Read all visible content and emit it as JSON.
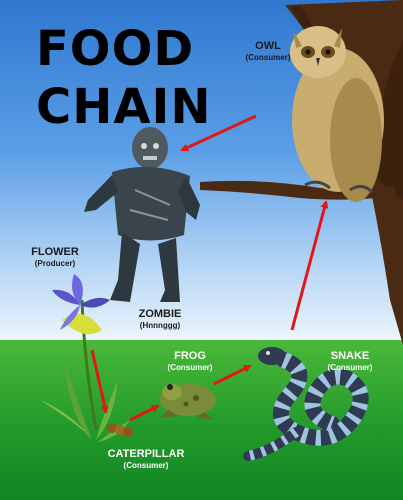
{
  "title": {
    "line1": "FOOD",
    "line2": "CHAIN"
  },
  "organisms": {
    "owl": {
      "name": "OWL",
      "role": "(Consumer)"
    },
    "flower": {
      "name": "FLOWER",
      "role": "(Producer)"
    },
    "zombie": {
      "name": "ZOMBIE",
      "role": "(Hnnnggg)"
    },
    "frog": {
      "name": "FROG",
      "role": "(Consumer)"
    },
    "snake": {
      "name": "SNAKE",
      "role": "(Consumer)"
    },
    "caterpillar": {
      "name": "CATERPILLAR",
      "role": "(Consumer)"
    }
  },
  "colors": {
    "arrow": "#e01818",
    "sky": "#5a9ee6",
    "grass": "#229a2a"
  }
}
